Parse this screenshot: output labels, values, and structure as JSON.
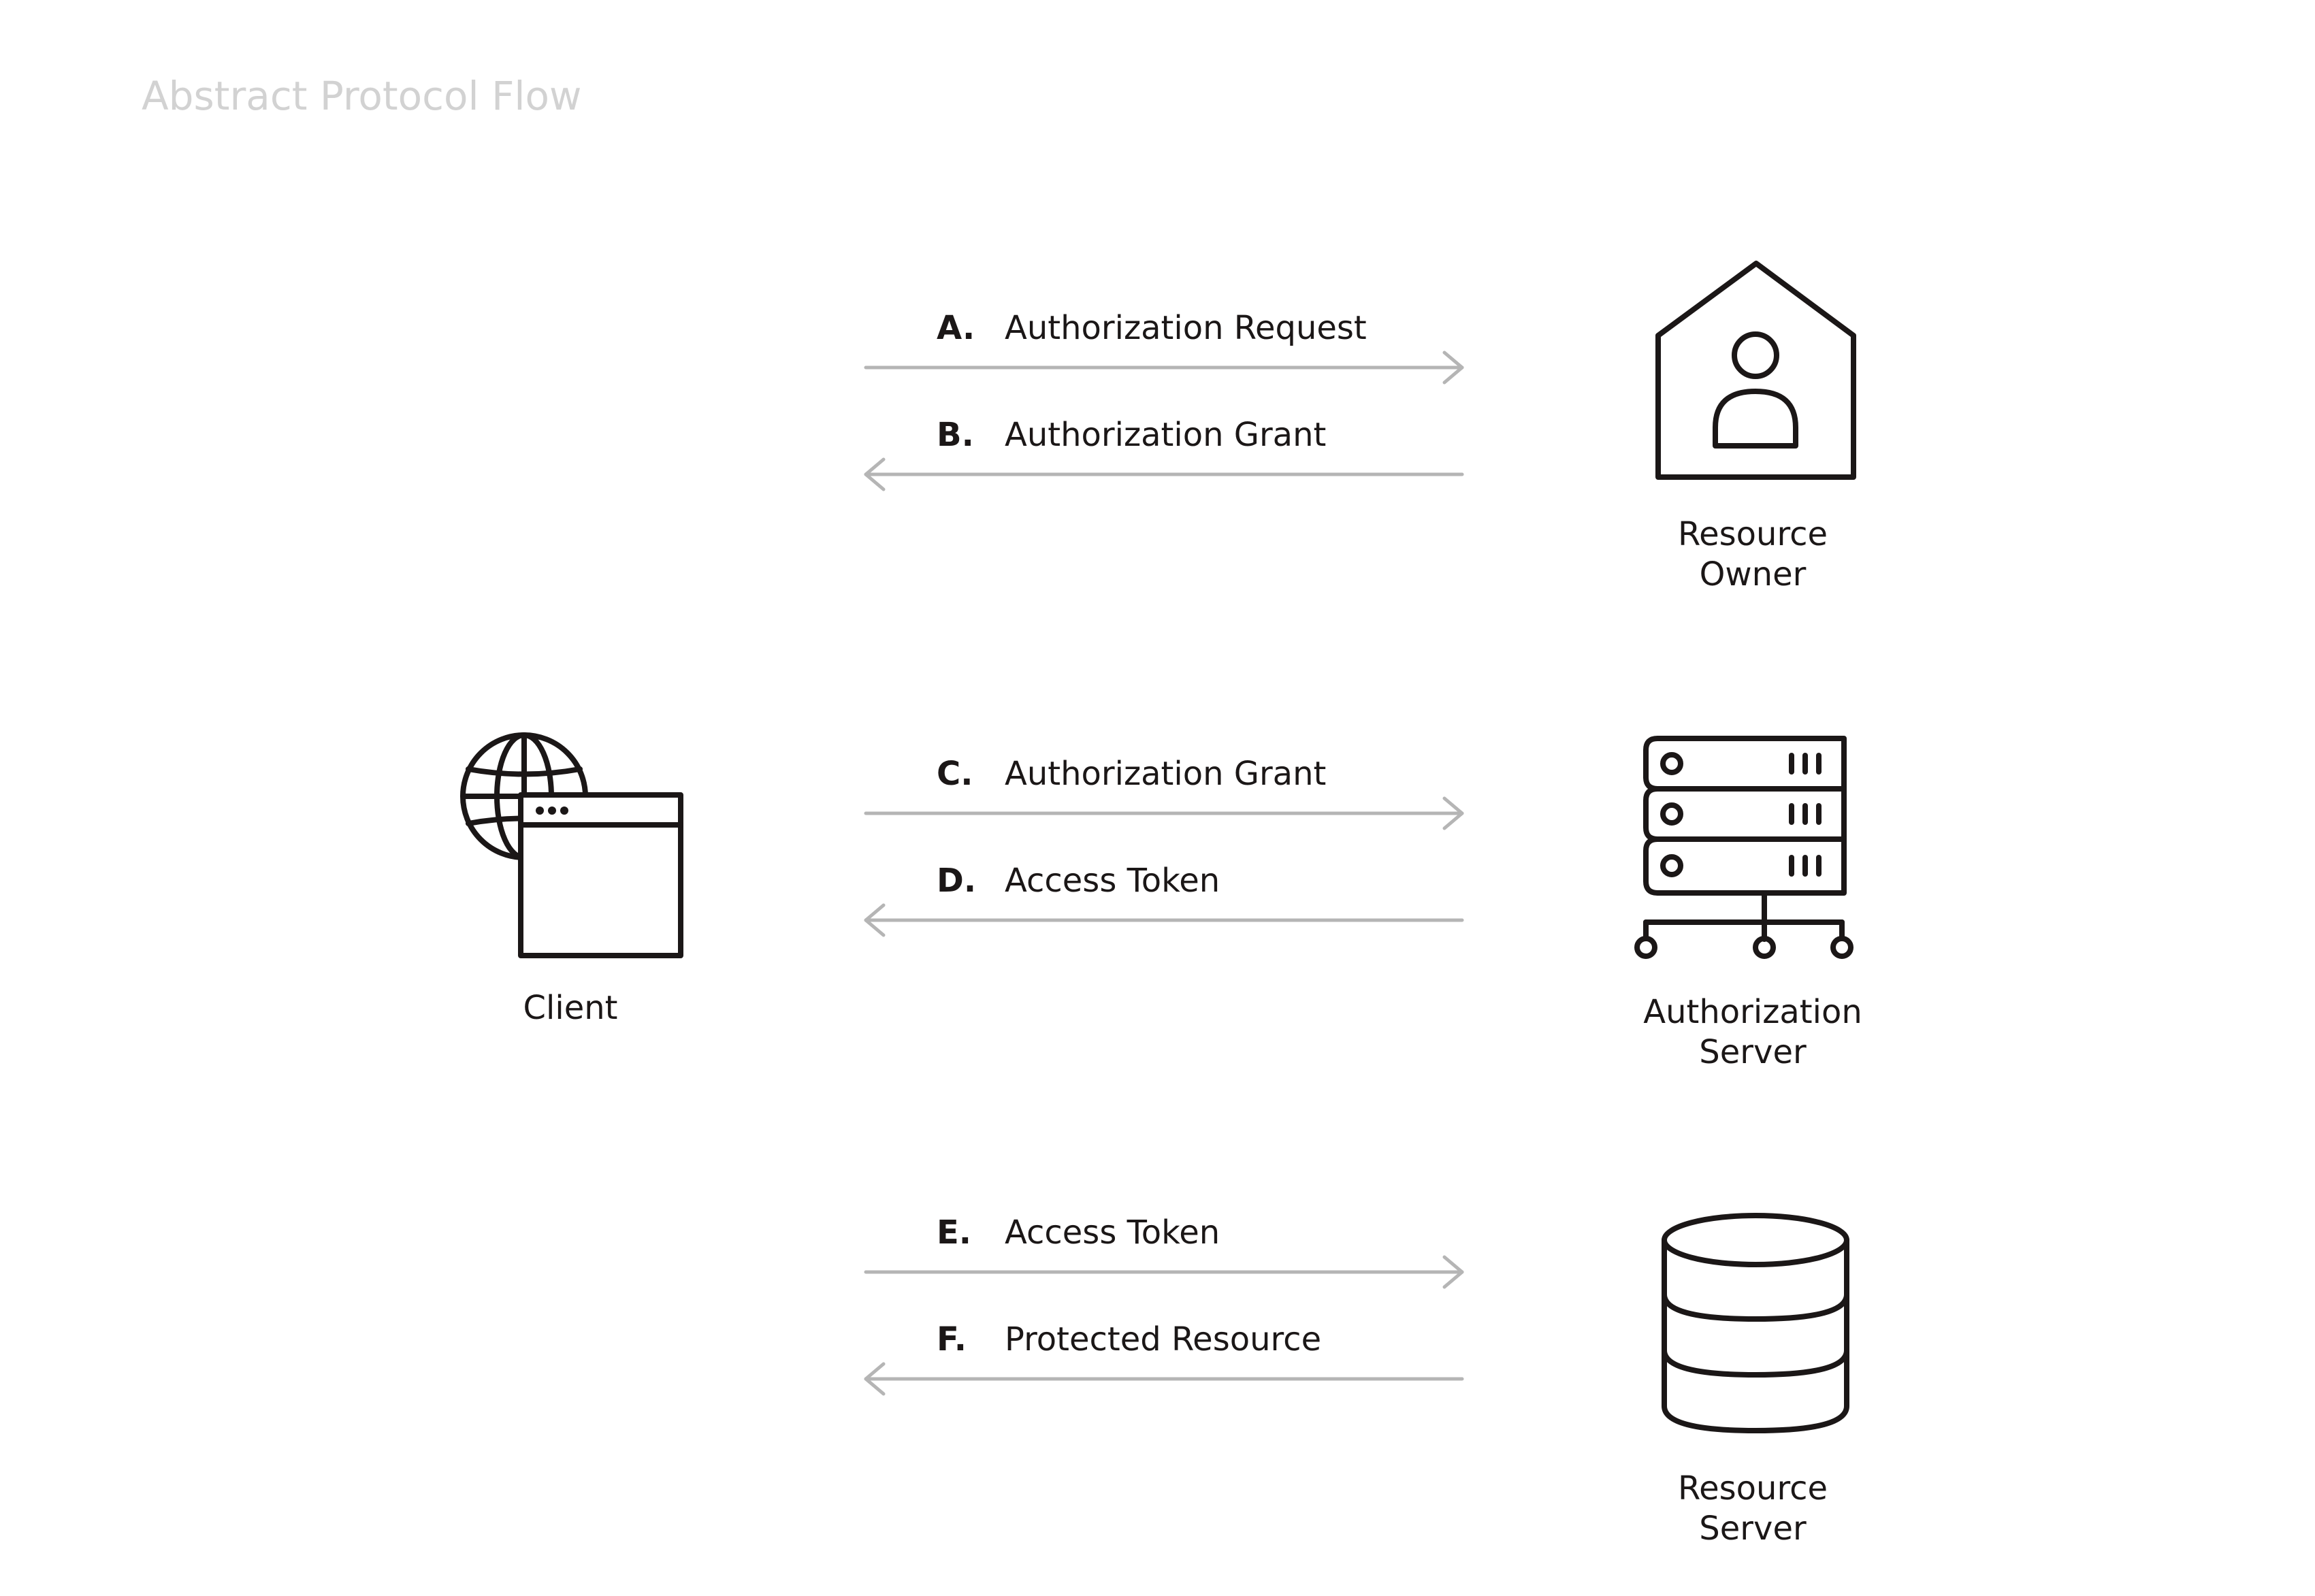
{
  "title": "Abstract Protocol Flow",
  "actors": {
    "client": {
      "label": "Client",
      "icon": "browser-globe-icon"
    },
    "resource_owner": {
      "label_line1": "Resource",
      "label_line2": "Owner",
      "icon": "house-person-icon"
    },
    "authorization_server": {
      "label_line1": "Authorization",
      "label_line2": "Server",
      "icon": "server-rack-icon"
    },
    "resource_server": {
      "label_line1": "Resource",
      "label_line2": "Server",
      "icon": "database-icon"
    }
  },
  "steps": [
    {
      "letter": "A.",
      "label": "Authorization Request",
      "direction": "right"
    },
    {
      "letter": "B.",
      "label": "Authorization Grant",
      "direction": "left"
    },
    {
      "letter": "C.",
      "label": "Authorization Grant",
      "direction": "right"
    },
    {
      "letter": "D.",
      "label": "Access Token",
      "direction": "left"
    },
    {
      "letter": "E.",
      "label": "Access Token",
      "direction": "right"
    },
    {
      "letter": "F.",
      "label": "Protected Resource",
      "direction": "left"
    }
  ],
  "colors": {
    "title": "#d2d2d2",
    "icon_stroke": "#1b1717",
    "arrow": "#b5b5b5",
    "text": "#1b1717"
  }
}
